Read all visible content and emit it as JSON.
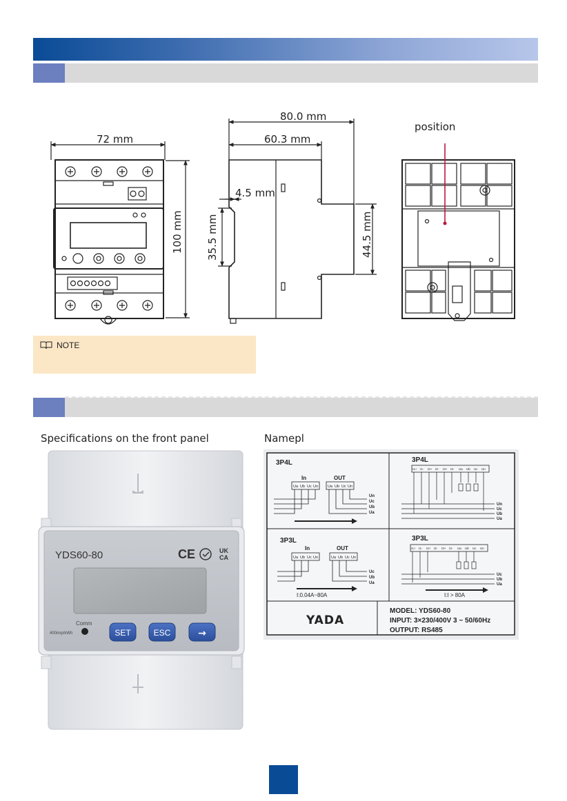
{
  "dimensions": {
    "front_width": "72 mm",
    "front_height": "100 mm",
    "side_depth": "80.0 mm",
    "side_depth_inner": "60.3 mm",
    "side_small": "4.5 mm",
    "side_rail": "35.5 mm",
    "side_body": "44.5 mm",
    "rear_label": "position"
  },
  "note": {
    "label": "NOTE"
  },
  "captions": {
    "front_panel": "Specifications on the front panel",
    "nameplate": "Namepl"
  },
  "meter": {
    "model": "YDS60-80",
    "marks": [
      "CE",
      "UK",
      "CA"
    ],
    "comm_label": "Comm",
    "imp_label": "400imp/kWh",
    "buttons": [
      "SET",
      "ESC",
      "→"
    ]
  },
  "nameplate": {
    "q1_title": "3P4L",
    "q2_title": "3P4L",
    "q3_title": "3P3L",
    "q4_title": "3P3L",
    "in_label": "In",
    "out_label": "OUT",
    "terms_4": [
      "Ua",
      "Ub",
      "Uc",
      "Un"
    ],
    "terms_3": [
      "Ua",
      "Ub",
      "Uc",
      "Un"
    ],
    "wires_4": [
      "Un",
      "Uc",
      "Ub",
      "Ua"
    ],
    "wires_3": [
      "Uc",
      "Ub",
      "Ua"
    ],
    "ct_terms": [
      "I1+",
      "I1-",
      "I2+",
      "I2-",
      "I3+",
      "I3-",
      "Ua",
      "Ub",
      "Uc",
      "Un"
    ],
    "current_range": "I:0.04A~80A",
    "current_ct": "I:I > 80A",
    "brand": "YADA",
    "model_line": "MODEL: YDS60-80",
    "input_line": "INPUT: 3×230/400V  3 ~  50/60Hz",
    "output_line": "OUTPUT:   RS485"
  }
}
